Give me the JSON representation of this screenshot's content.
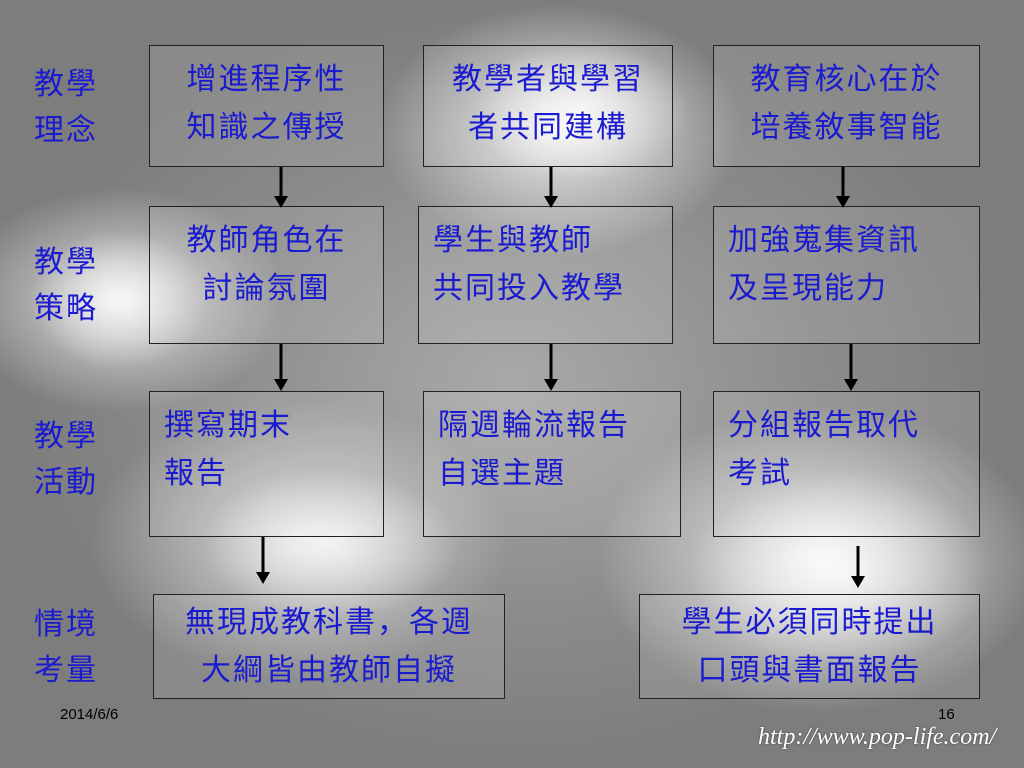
{
  "rows": {
    "philosophy": {
      "label_l1": "教學",
      "label_l2": "理念"
    },
    "strategy": {
      "label_l1": "教學",
      "label_l2": "策略"
    },
    "activity": {
      "label_l1": "教學",
      "label_l2": "活動"
    },
    "context": {
      "label_l1": "情境",
      "label_l2": "考量"
    }
  },
  "boxes": {
    "p1": {
      "l1": "增進程序性",
      "l2": "知識之傳授"
    },
    "p2": {
      "l1": "教學者與學習",
      "l2": "者共同建構"
    },
    "p3": {
      "l1": "教育核心在於",
      "l2": "培養敘事智能"
    },
    "s1": {
      "l1": "教師角色在",
      "l2": "討論氛圍"
    },
    "s2": {
      "l1": "學生與教師",
      "l2": "共同投入教學"
    },
    "s3": {
      "l1": "加強蒐集資訊",
      "l2": "及呈現能力"
    },
    "a1": {
      "l1": "撰寫期末",
      "l2": "報告"
    },
    "a2": {
      "l1": "隔週輪流報告",
      "l2": "自選主題"
    },
    "a3": {
      "l1": "分組報告取代",
      "l2": "考試"
    },
    "c1": {
      "l1": "無現成教科書，各週",
      "l2": "大綱皆由教師自擬"
    },
    "c2": {
      "l1": "學生必須同時提出",
      "l2": "口頭與書面報告"
    }
  },
  "footer": {
    "date": "2014/6/6",
    "page": "16",
    "url": "http://www.pop-life.com/"
  },
  "colors": {
    "text": "#1a1ad0",
    "border": "#222222",
    "arrow": "#000000"
  }
}
